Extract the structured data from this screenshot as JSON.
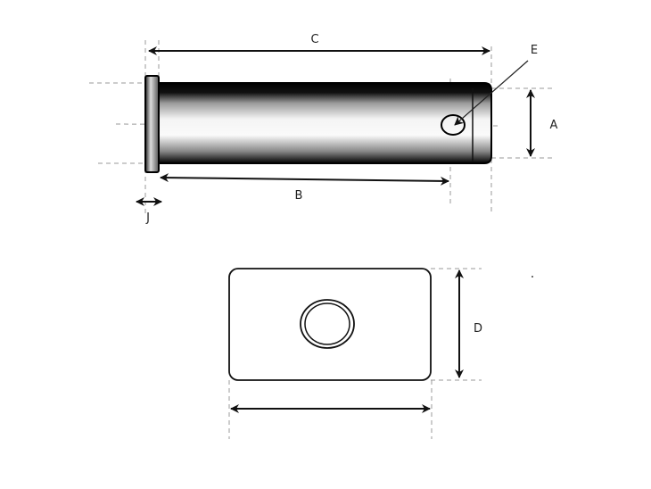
{
  "labels": {
    "A": "A",
    "B": "B",
    "C": "C",
    "D": "D",
    "E": "E",
    "J": "J"
  },
  "colors": {
    "line": "#111111",
    "dash": "#9a9a9a",
    "background": "#ffffff"
  }
}
